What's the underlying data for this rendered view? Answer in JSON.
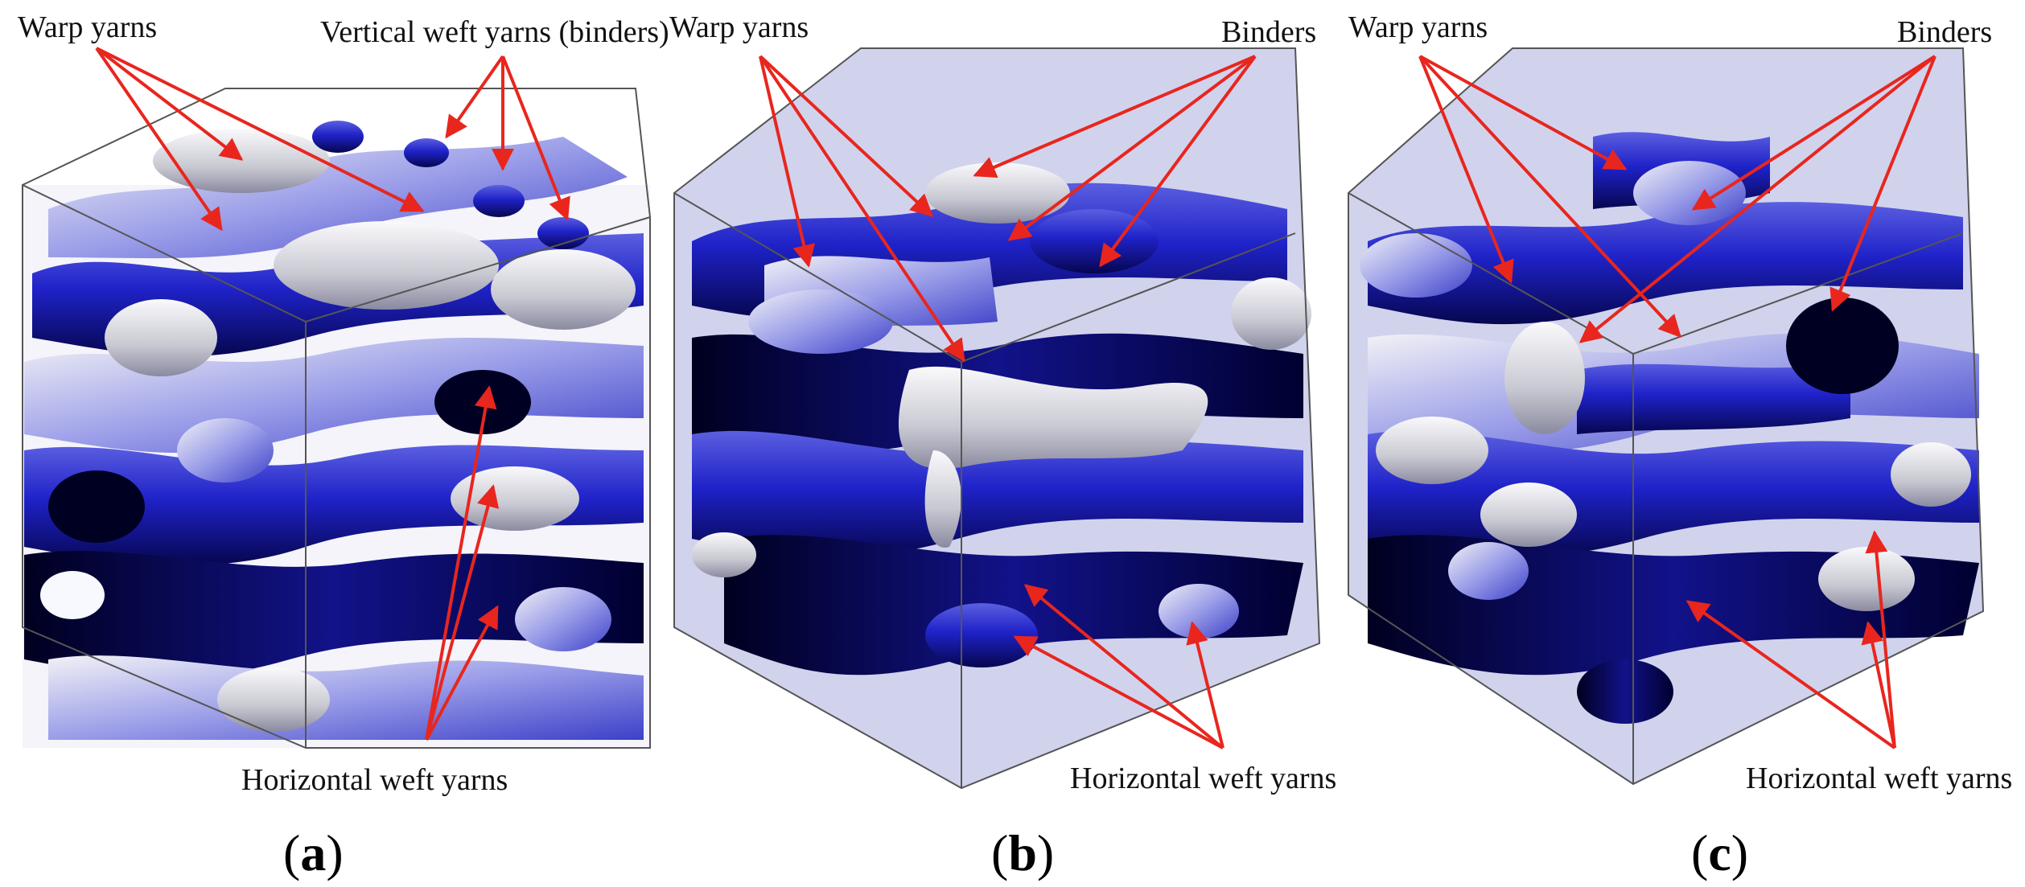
{
  "panels": [
    {
      "id": "a",
      "caption": "a",
      "labels": {
        "warp": "Warp yarns",
        "binders": "Vertical weft yarns (binders)",
        "horizontal": "Horizontal weft yarns"
      }
    },
    {
      "id": "b",
      "caption": "b",
      "labels": {
        "warp": "Warp yarns",
        "binders": "Binders",
        "horizontal": "Horizontal weft yarns"
      }
    },
    {
      "id": "c",
      "caption": "c",
      "labels": {
        "warp": "Warp yarns",
        "binders": "Binders",
        "horizontal": "Horizontal weft yarns"
      }
    }
  ],
  "colors": {
    "arrow": "#e8261e",
    "yarn_dark": "#0a0a6e",
    "yarn_mid": "#1f22c8",
    "yarn_light": "#7c80e6",
    "yarn_white": "#e4e4ec",
    "background_plane": "#c9cbea"
  }
}
